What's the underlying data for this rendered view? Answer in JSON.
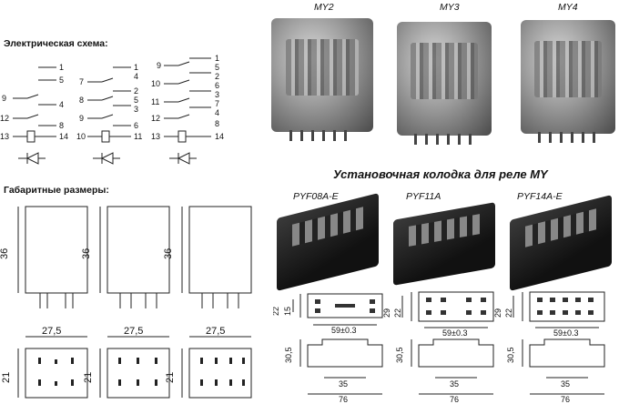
{
  "headings": {
    "schema": "Электрическая схема:",
    "dimensions": "Габаритные размеры:",
    "socket_title": "Установочная колодка для реле MY"
  },
  "relays": [
    {
      "model": "MY2"
    },
    {
      "model": "MY3"
    },
    {
      "model": "MY4"
    }
  ],
  "sockets": [
    {
      "model": "PYF08A-E"
    },
    {
      "model": "PYF11A"
    },
    {
      "model": "PYF14A-E"
    }
  ],
  "schematics": {
    "my2": {
      "left": [
        "9",
        "12",
        "13"
      ],
      "right": [
        "1",
        "5",
        "4",
        "8",
        "14"
      ]
    },
    "my3": {
      "left": [
        "7",
        "8",
        "9",
        "10"
      ],
      "right": [
        "1",
        "4",
        "2",
        "5",
        "3",
        "6",
        "11"
      ]
    },
    "my4": {
      "left": [
        "9",
        "10",
        "11",
        "12",
        "13"
      ],
      "right": [
        "1",
        "5",
        "2",
        "6",
        "3",
        "7",
        "4",
        "8",
        "14"
      ]
    }
  },
  "relay_dims": {
    "height": "36",
    "width": "27,5",
    "depth": "21"
  },
  "socket_dims": {
    "pyf08": {
      "w": "59±0.3",
      "h1": "22",
      "h2": "15",
      "d": "30,5",
      "base": "35",
      "total": "76"
    },
    "pyf11": {
      "w": "59±0.3",
      "h1": "29",
      "h2": "22",
      "d": "30,5",
      "base": "35",
      "total": "76"
    },
    "pyf14": {
      "w": "59±0.3",
      "h1": "29",
      "h2": "22",
      "d": "30,5",
      "base": "35",
      "total": "76"
    }
  }
}
